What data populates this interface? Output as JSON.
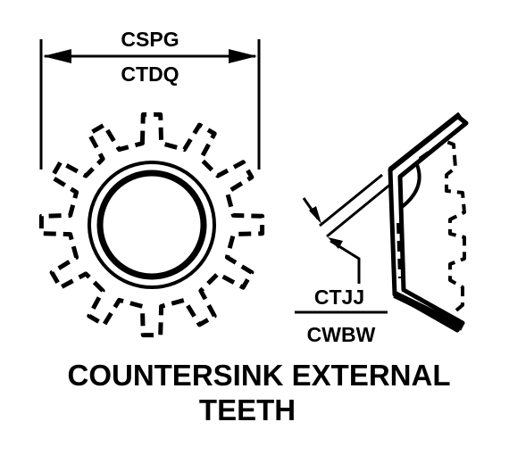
{
  "diagram": {
    "dimension_top": {
      "upper_code": "CSPG",
      "lower_code": "CTDQ"
    },
    "dimension_thickness": {
      "upper_code": "CTJJ",
      "lower_code": "CWBW"
    },
    "title": {
      "line1": "COUNTERSINK EXTERNAL",
      "line2": "TEETH"
    },
    "colors": {
      "line": "#000000",
      "background": "#ffffff"
    }
  }
}
